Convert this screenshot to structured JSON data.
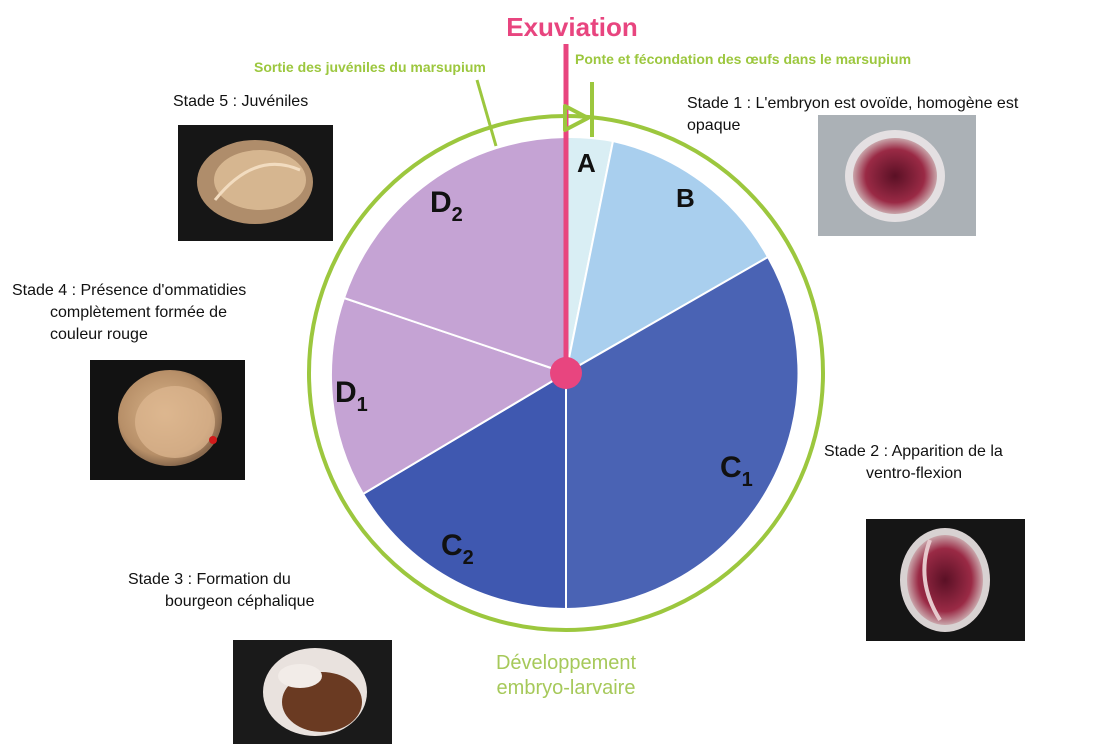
{
  "title": "Exuviation",
  "top_left_annotation": "Sortie des juvéniles du marsupium",
  "top_right_annotation": "Ponte et fécondation des œufs dans le marsupium",
  "bottom_annotation": {
    "line1": "Développement",
    "line2": "embryo-larvaire"
  },
  "sectors": [
    {
      "id": "A",
      "letter": "A",
      "sub": "",
      "color": "#d9eef4"
    },
    {
      "id": "B",
      "letter": "B",
      "sub": "",
      "color": "#a9cfee"
    },
    {
      "id": "C1",
      "letter": "C",
      "sub": "1",
      "color": "#4a63b4"
    },
    {
      "id": "C2",
      "letter": "C",
      "sub": "2",
      "color": "#3f58b0"
    },
    {
      "id": "D1",
      "letter": "D",
      "sub": "1",
      "color": "#c5a3d4"
    },
    {
      "id": "D2",
      "letter": "D",
      "sub": "2",
      "color": "#c5a3d4"
    }
  ],
  "stages": [
    {
      "line1": "Stade 1 : L'embryon est ovoïde, homogène est",
      "line2": "opaque"
    },
    {
      "line1": "Stade 2 : Apparition de la",
      "line2": "ventro-flexion"
    },
    {
      "line1": "Stade 3 : Formation du",
      "line2": "bourgeon céphalique"
    },
    {
      "line1": "Stade 4 : Présence d'ommatidies",
      "line2": "complètement formée de",
      "line3": "couleur rouge"
    },
    {
      "line1": "Stade 5 : Juvéniles"
    }
  ],
  "colors": {
    "exuviation": "#e8457f",
    "ring": "#9cc73e",
    "annotation_green": "#9cc73e",
    "bottom_annotation": "#a6c95a"
  }
}
